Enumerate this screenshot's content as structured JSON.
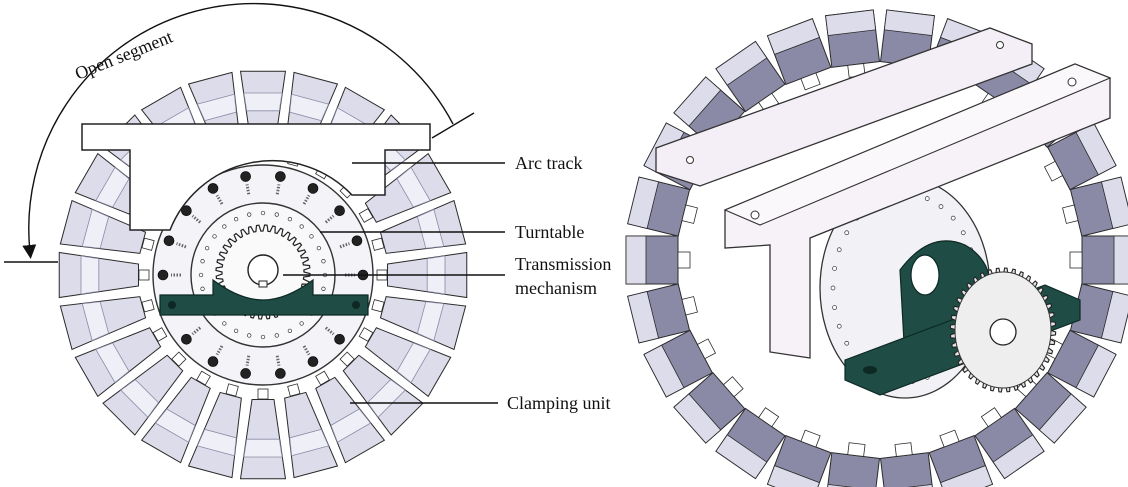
{
  "labels": {
    "open_segment": "Open segment",
    "arc_track": "Arc track",
    "turntable": "Turntable",
    "transmission_line1": "Transmission",
    "transmission_line2": "mechanism",
    "clamping_unit": "Clamping unit"
  },
  "colors": {
    "clamp_face": "#dcdcea",
    "clamp_dark": "#8a8aa6",
    "clamp_light": "#efeff7",
    "track": "#f7f3f8",
    "bracket_3d": "#f4eef6",
    "bearing": "#1f4d46",
    "gear": "#e4e4e4",
    "outline": "#2a2a2a"
  }
}
